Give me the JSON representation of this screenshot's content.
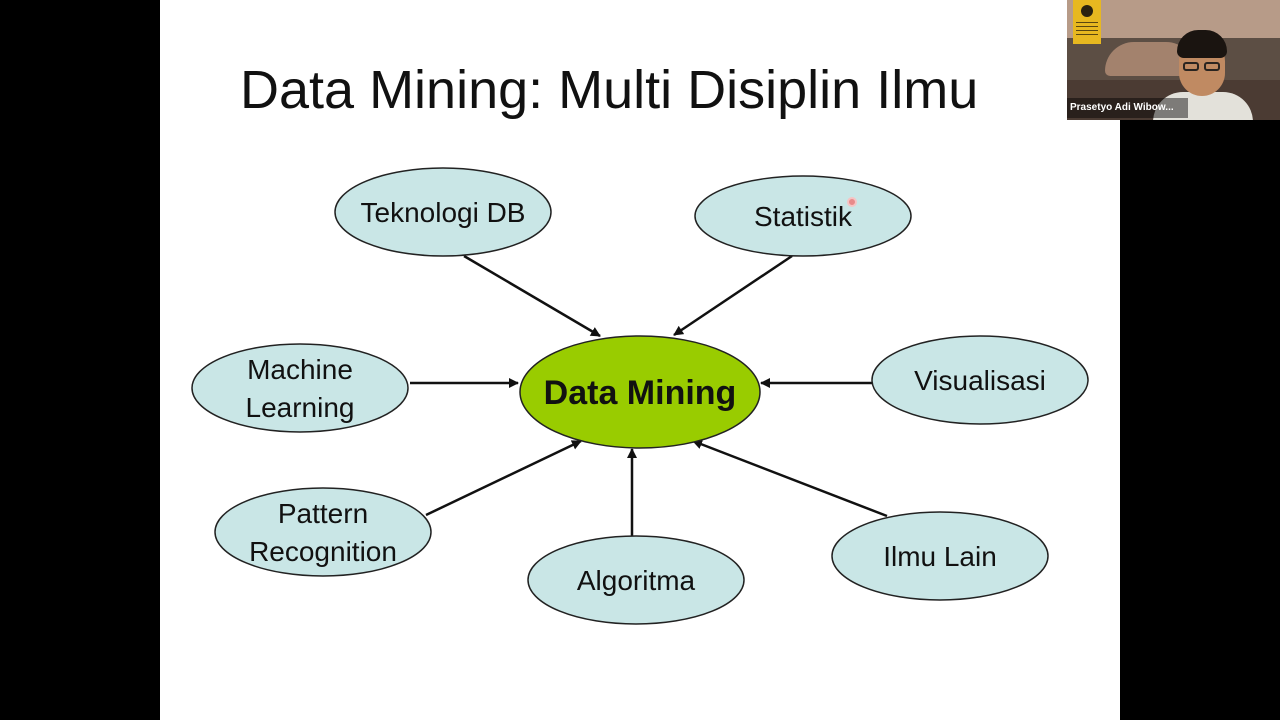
{
  "slide": {
    "title": "Data Mining: Multi Disiplin Ilmu"
  },
  "diagram": {
    "center": {
      "label": "Data Mining",
      "fill": "#99cc00"
    },
    "node_fill": "#c9e6e6",
    "nodes": [
      {
        "id": "teknologi-db",
        "lines": [
          "Teknologi DB"
        ]
      },
      {
        "id": "statistik",
        "lines": [
          "Statistik"
        ]
      },
      {
        "id": "machine-learning",
        "lines": [
          "Machine",
          "Learning"
        ]
      },
      {
        "id": "visualisasi",
        "lines": [
          "Visualisasi"
        ]
      },
      {
        "id": "pattern-recognition",
        "lines": [
          "Pattern",
          "Recognition"
        ]
      },
      {
        "id": "algoritma",
        "lines": [
          "Algoritma"
        ]
      },
      {
        "id": "ilmu-lain",
        "lines": [
          "Ilmu Lain"
        ]
      }
    ]
  },
  "video_tile": {
    "participant_name": "Prasetyo Adi Wibow..."
  }
}
